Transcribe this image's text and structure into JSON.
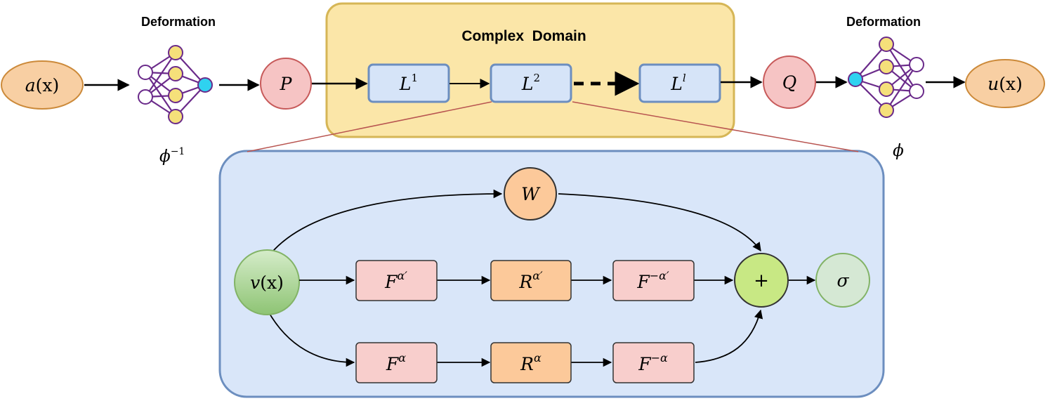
{
  "diagram": {
    "input": {
      "var": "a",
      "arg": "(x)"
    },
    "output": {
      "var": "u",
      "arg": "(x)"
    },
    "left_deformation": {
      "label": "Deformation",
      "symbol": "ϕ",
      "sup": "−1"
    },
    "right_deformation": {
      "label": "Deformation",
      "symbol": "ϕ"
    },
    "lift": "P",
    "project": "Q",
    "domain_title": "Complex  Domain",
    "layers": [
      {
        "base": "L",
        "sup": "1"
      },
      {
        "base": "L",
        "sup": "2"
      },
      {
        "base": "L",
        "sup": "l"
      }
    ],
    "detail": {
      "input": {
        "var": "v",
        "arg": "(x)"
      },
      "weight": "W",
      "sum": "+",
      "activation": "σ",
      "top_row": [
        {
          "base": "F",
          "sup": "α′"
        },
        {
          "base": "R",
          "sup": "α′"
        },
        {
          "base": "F",
          "sup": "−α′"
        }
      ],
      "bottom_row": [
        {
          "base": "F",
          "sup": "α"
        },
        {
          "base": "R",
          "sup": "α"
        },
        {
          "base": "F",
          "sup": "−α"
        }
      ]
    },
    "colors": {
      "input_output_fill": "#f8cfa3",
      "input_output_stroke": "#cc8a3a",
      "pq_fill": "#f6c4c4",
      "pq_stroke": "#c75a5a",
      "domain_fill": "#fbe6a8",
      "domain_stroke": "#d6b656",
      "layer_fill": "#d6e4f8",
      "layer_stroke": "#6c8ebf",
      "detail_fill": "#d9e6f9",
      "detail_stroke": "#6c8ebf",
      "fourier_fill": "#f8cecc",
      "r_fill": "#fcc99a",
      "sum_fill": "#c8e884",
      "sigma_fill": "#d5e8d4",
      "connector": "#b85450"
    }
  }
}
